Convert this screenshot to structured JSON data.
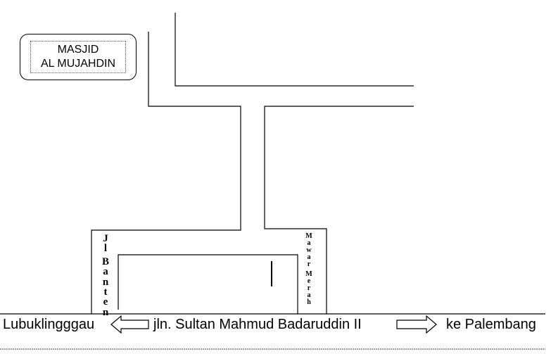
{
  "landmark": {
    "name_line1": "MASJID",
    "name_line2": "AL MUJAHDIN"
  },
  "streets": {
    "side_left": "Jl Banten",
    "side_right": "Mawar Merah",
    "main_road": "jln. Sultan Mahmud Badaruddin II",
    "west_destination": "Lubuklingggau",
    "east_destination": "ke Palembang"
  },
  "icons": {
    "west_arrow": "arrow-left-icon",
    "east_arrow": "arrow-right-icon"
  },
  "colors": {
    "line": "#000000",
    "background": "#ffffff"
  }
}
